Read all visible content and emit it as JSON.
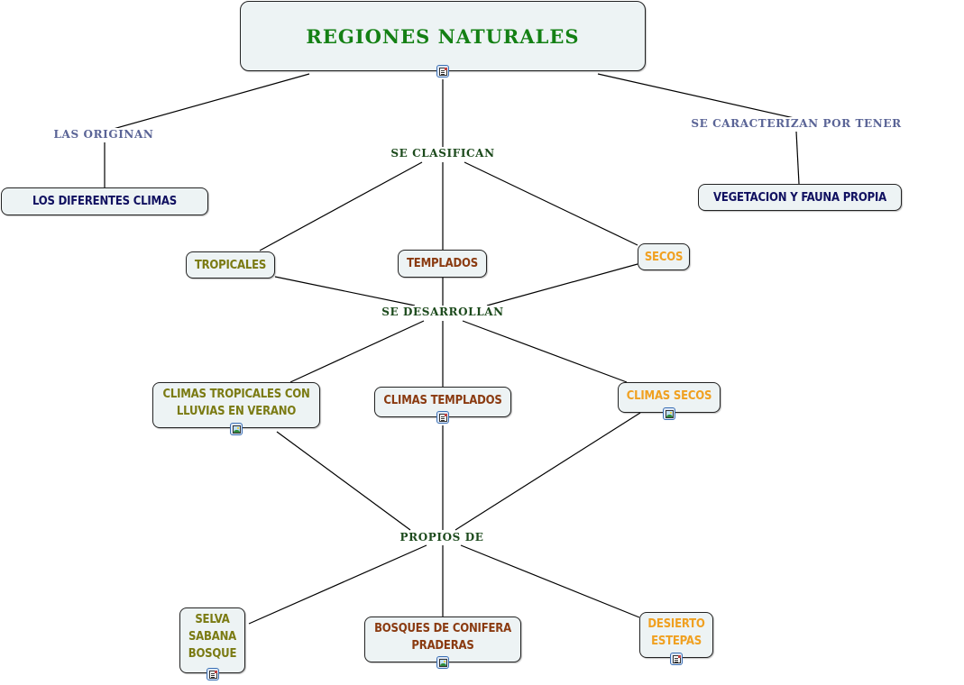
{
  "title": "REGIONES NATURALES",
  "linking_phrases": {
    "originan": "LAS ORIGINAN",
    "clasifican": "SE CLASIFICAN",
    "caracterizan": "SE CARACTERIZAN POR TENER",
    "desarrollan": "SE DESARROLLAN",
    "propios": "PROPIOS DE"
  },
  "concepts": {
    "climas": "LOS DIFERENTES CLIMAS",
    "vegetacion": "VEGETACION Y FAUNA PROPIA",
    "tropicales": "TROPICALES",
    "templados": "TEMPLADOS",
    "secos": "SECOS",
    "climas_tropicales": "CLIMAS TROPICALES CON\nLLUVIAS EN VERANO",
    "climas_templados": "CLIMAS TEMPLADOS",
    "climas_secos": "CLIMAS SECOS",
    "selva": "SELVA\nSABANA\nBOSQUE",
    "bosques": "BOSQUES DE CONIFERA\nPRADERAS",
    "desierto": "DESIERTO\nESTEPAS"
  },
  "colors": {
    "title": "#148014",
    "linking_green": "#1c4a1c",
    "linking_slate": "#5a6496",
    "navy": "#101060",
    "olive": "#7a7a12",
    "brown": "#8a3a10",
    "orange": "#f0a020",
    "box_fill": "#edf3f4"
  },
  "icons": {
    "title": "note-image-icon",
    "climas_tropicales": "image-icon",
    "climas_templados": "note-image-icon",
    "climas_secos": "image-icon",
    "selva": "note-image-icon",
    "bosques": "image-icon",
    "desierto": "note-image-icon"
  }
}
